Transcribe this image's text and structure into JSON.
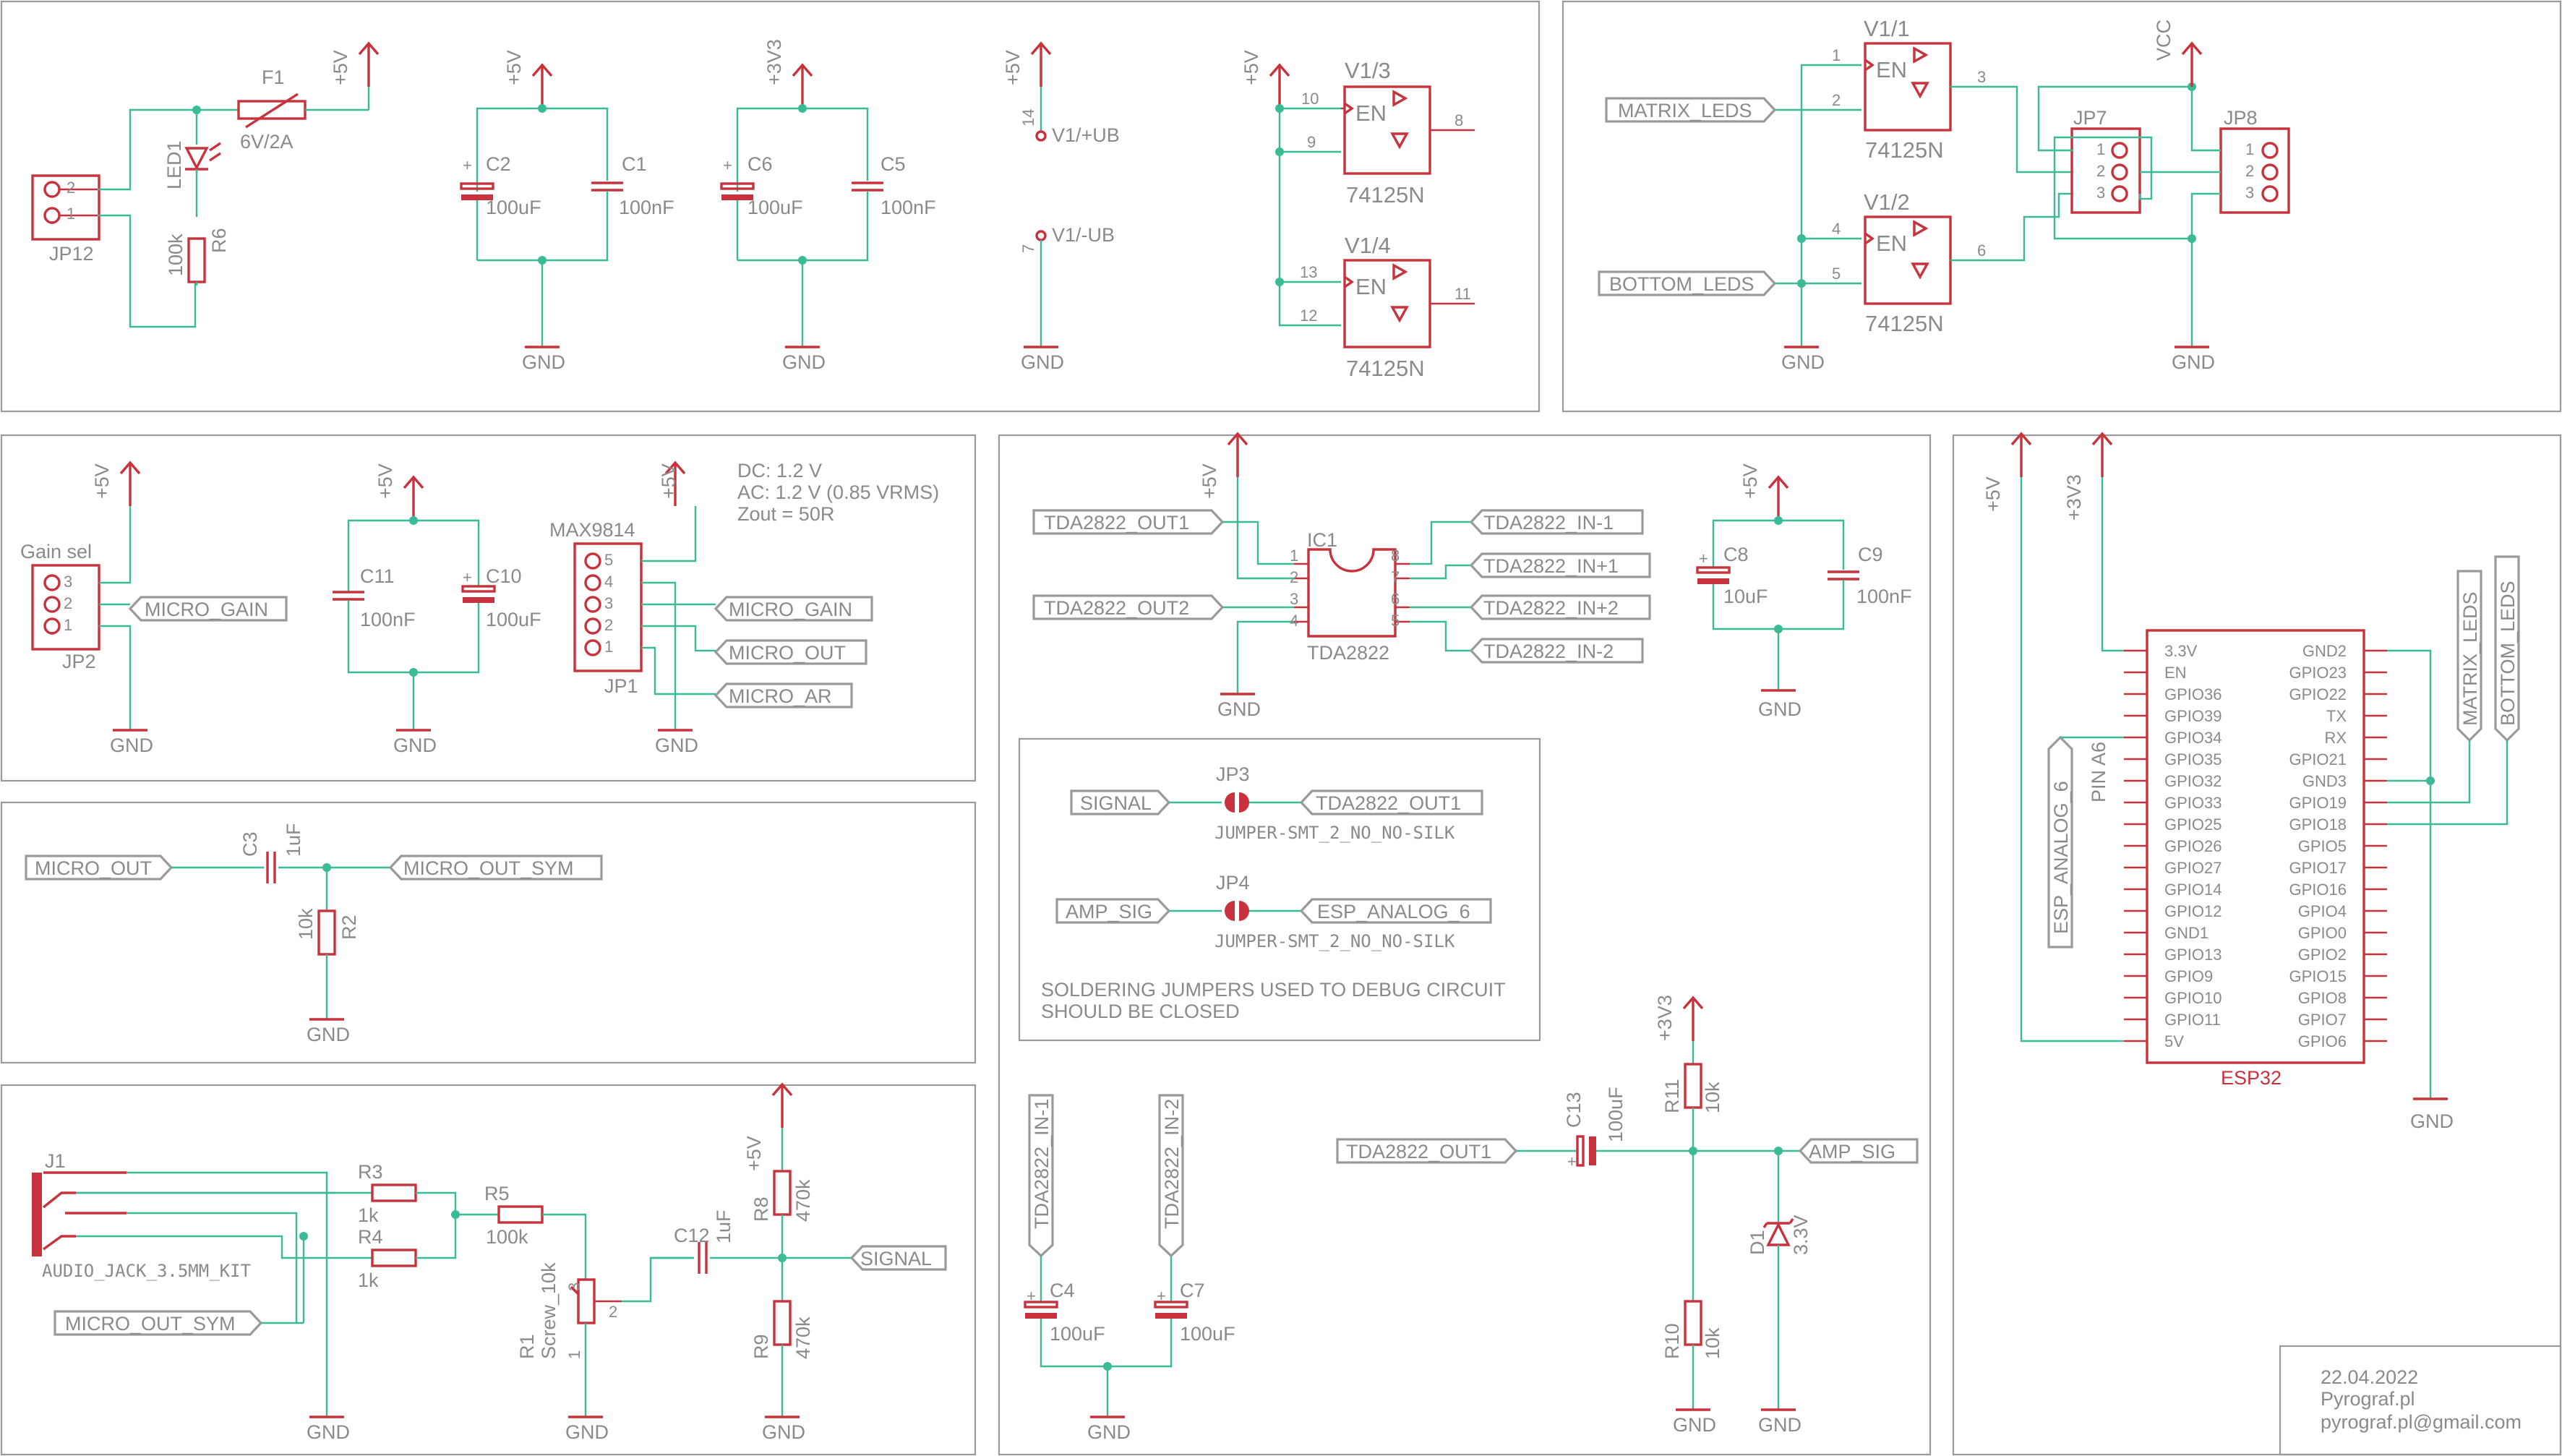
{
  "s1": {
    "jp12": "JP12",
    "led1": "LED1",
    "f1": "F1",
    "f1_val": "6V/2A",
    "r6": "R6",
    "r6_val": "100k",
    "p5v": "+5V",
    "p2": "2",
    "p1": "1",
    "c2": "C2",
    "c2_val": "100uF",
    "c1": "C1",
    "c1_val": "100nF",
    "p33": "+3V3",
    "c6": "C6",
    "c6_val": "100uF",
    "c5": "C5",
    "c5_val": "100nF",
    "gnd": "GND",
    "v1p": "V1/+UB",
    "v1m": "V1/-UB",
    "pin14": "14",
    "pin7": "7",
    "v13": "V1/3",
    "v14": "V1/4",
    "chip": "74125N",
    "en": "EN",
    "p10": "10",
    "p9": "9",
    "p8": "8",
    "p13": "13",
    "p12": "12",
    "p11": "11"
  },
  "s2": {
    "matrix": "MATRIX_LEDS",
    "bottom": "BOTTOM_LEDS",
    "v11": "V1/1",
    "v12": "V1/2",
    "chip": "74125N",
    "en": "EN",
    "p1": "1",
    "p2": "2",
    "p3": "3",
    "p4": "4",
    "p5": "5",
    "p6": "6",
    "vcc": "VCC",
    "jp7": "JP7",
    "jp8": "JP8",
    "gnd": "GND"
  },
  "s3": {
    "gainsel": "Gain sel",
    "jp2": "JP2",
    "micro_gain": "MICRO_GAIN",
    "p5v": "+5V",
    "gnd": "GND",
    "c11": "C11",
    "c11_val": "100nF",
    "c10": "C10",
    "c10_val": "100uF",
    "max": "MAX9814",
    "jp1": "JP1",
    "micro_out": "MICRO_OUT",
    "micro_ar": "MICRO_AR",
    "dc": "DC: 1.2 V",
    "ac": "AC: 1.2 V (0.85 VRMS)",
    "zout": "Zout = 50R",
    "n1": "1",
    "n2": "2",
    "n3": "3",
    "n4": "4",
    "n5": "5"
  },
  "s4": {
    "micro_out": "MICRO_OUT",
    "c3": "C3",
    "c3_val": "1uF",
    "micro_out_sym": "MICRO_OUT_SYM",
    "r2": "R2",
    "r2_val": "10k",
    "gnd": "GND"
  },
  "s5": {
    "j1": "J1",
    "jack": "AUDIO_JACK_3.5MM_KIT",
    "micro_out_sym": "MICRO_OUT_SYM",
    "r3": "R3",
    "r3_val": "1k",
    "r4": "R4",
    "r4_val": "1k",
    "r5": "R5",
    "r5_val": "100k",
    "r1": "R1",
    "r1_type": "Screw_10k",
    "c12": "C12",
    "c12_val": "1uF",
    "r8": "R8",
    "r8_val": "470k",
    "r9": "R9",
    "r9_val": "470k",
    "p5v": "+5V",
    "signal": "SIGNAL",
    "gnd": "GND",
    "n1": "1",
    "n2": "2",
    "n3": "3"
  },
  "s6": {
    "out1": "TDA2822_OUT1",
    "out2": "TDA2822_OUT2",
    "inm1": "TDA2822_IN-1",
    "inp1": "TDA2822_IN+1",
    "inp2": "TDA2822_IN+2",
    "inm2": "TDA2822_IN-2",
    "ic1": "IC1",
    "tda": "TDA2822",
    "p5v": "+5V",
    "gnd": "GND",
    "c8": "C8",
    "c8_val": "10uF",
    "c9": "C9",
    "c9_val": "100nF",
    "n1": "1",
    "n2": "2",
    "n3": "3",
    "n4": "4",
    "n5": "5",
    "n6": "6",
    "n7": "7",
    "n8": "8"
  },
  "s7": {
    "signal": "SIGNAL",
    "jp3": "JP3",
    "tda_out1": "TDA2822_OUT1",
    "jumper": "JUMPER-SMT_2_NO_NO-SILK",
    "amp_sig": "AMP_SIG",
    "jp4": "JP4",
    "esp_analog": "ESP_ANALOG_6",
    "note1": "SOLDERING JUMPERS USED TO DEBUG CIRCUIT",
    "note2": "SHOULD BE CLOSED"
  },
  "s8": {
    "inm1": "TDA2822_IN-1",
    "inm2": "TDA2822_IN-2",
    "c4": "C4",
    "c4_val": "100uF",
    "c7": "C7",
    "c7_val": "100uF",
    "gnd": "GND"
  },
  "s9": {
    "out1": "TDA2822_OUT1",
    "c13": "C13",
    "c13_val": "100uF",
    "p33": "+3V3",
    "r11": "R11",
    "r11_val": "10k",
    "amp_sig": "AMP_SIG",
    "d1": "D1",
    "d1_val": "3.3V",
    "r10": "R10",
    "r10_val": "10k",
    "gnd": "GND"
  },
  "s10": {
    "p5v": "+5V",
    "p33": "+3V3",
    "esp_analog": "ESP_ANALOG_6",
    "pina6": "PIN A6",
    "matrix": "MATRIX_LEDS",
    "bottom": "BOTTOM_LEDS",
    "esp32": "ESP32",
    "gnd": "GND",
    "left_pins": [
      "3.3V",
      "EN",
      "GPIO36",
      "GPIO39",
      "GPIO34",
      "GPIO35",
      "GPIO32",
      "GPIO33",
      "GPIO25",
      "GPIO26",
      "GPIO27",
      "GPIO14",
      "GPIO12",
      "GND1",
      "GPIO13",
      "GPIO9",
      "GPIO10",
      "GPIO11",
      "5V"
    ],
    "right_pins": [
      "GND2",
      "GPIO23",
      "GPIO22",
      "TX",
      "RX",
      "GPIO21",
      "GND3",
      "GPIO19",
      "GPIO18",
      "GPIO5",
      "GPIO17",
      "GPIO16",
      "GPIO4",
      "GPIO0",
      "GPIO2",
      "GPIO15",
      "GPIO8",
      "GPIO7",
      "GPIO6"
    ]
  },
  "title_block": {
    "date": "22.04.2022",
    "company": "Pyrograf.pl",
    "email": "pyrograf.pl@gmail.com"
  }
}
